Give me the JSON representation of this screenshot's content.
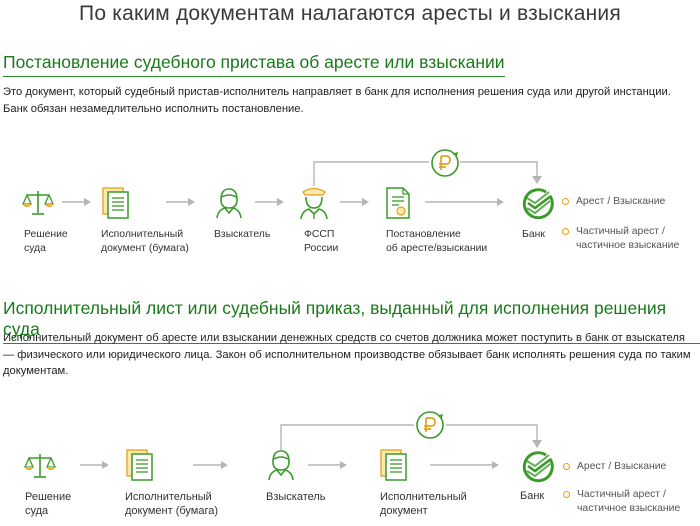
{
  "title": "По каким документам налагаются аресты и взыскания",
  "section1": {
    "heading": "Постановление судебного пристава об аресте или взыскании",
    "text": "Это документ, который судебный пристав-исполнитель направляет в банк для исполнения решения суда или другой инстанции. Банк обязан незамедлительно исполнить постановление.",
    "nodes": [
      {
        "line1": "Решение",
        "line2": "суда"
      },
      {
        "line1": "Исполнительный",
        "line2": "документ (бумага)"
      },
      {
        "line1": "Взыскатель",
        "line2": ""
      },
      {
        "line1": "ФССП",
        "line2": "России"
      },
      {
        "line1": "Постановление",
        "line2": "об аресте/взыскании"
      },
      {
        "line1": "Банк",
        "line2": ""
      }
    ],
    "legend": [
      {
        "line1": "Арест / Взыскание",
        "line2": ""
      },
      {
        "line1": "Частичный арест /",
        "line2": "частичное взыскание"
      }
    ]
  },
  "section2": {
    "heading": "Исполнительный лист или судебный приказ, выданный для исполнения решения суда",
    "text": "Исполнительный документ об аресте или взыскании денежных средств со счетов должника может поступить в банк от взыскателя — физического или юридического лица. Закон об исполнительном производстве обязывает банк исполнять решения суда по таким документам.",
    "nodes": [
      {
        "line1": "Решение",
        "line2": "суда"
      },
      {
        "line1": "Исполнительный",
        "line2": "документ (бумага)"
      },
      {
        "line1": "Взыскатель",
        "line2": ""
      },
      {
        "line1": "Исполнительный",
        "line2": "документ"
      },
      {
        "line1": "Банк",
        "line2": ""
      }
    ],
    "legend": [
      {
        "line1": "Арест / Взыскание",
        "line2": ""
      },
      {
        "line1": "Частичный арест /",
        "line2": "частичное взыскание"
      }
    ]
  },
  "colors": {
    "green": "#3a9a2a",
    "orange": "#e2a21b",
    "grey": "#b5b5b5"
  },
  "icons": [
    "scales-icon",
    "document-icon",
    "person-icon",
    "officer-icon",
    "decree-document-icon",
    "sberbank-logo-icon",
    "ruble-coin-icon"
  ]
}
